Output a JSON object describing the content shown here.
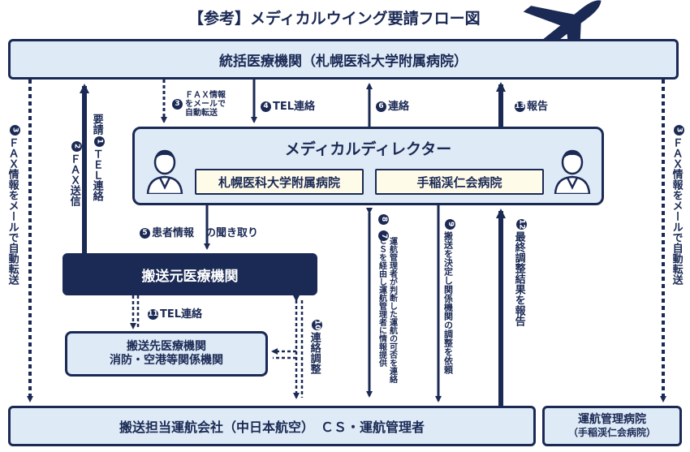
{
  "title": "【参考】メディカルウイング要請フロー図",
  "boxes": {
    "central": "統括医療機関（札幌医科大学附属病院）",
    "director": "メディカルディレクター",
    "sapporo": "札幌医科大学附属病院",
    "teine": "手稲渓仁会病院",
    "origin": "搬送元医療機関",
    "dest_line1": "搬送先医療機関",
    "dest_line2": "消防・空港等関係機関",
    "carrier": "搬送担当運航会社（中日本航空）　ＣＳ・運航管理者",
    "ops_line1": "運航管理病院",
    "ops_line2": "（手稲渓仁会病院）"
  },
  "steps": {
    "s3_left": {
      "num": "3",
      "text": "ＦＡＸ情報をメールで自動転送"
    },
    "s2": {
      "num": "2",
      "text": "ＦＡＸ送信"
    },
    "s1": {
      "pre": "要請",
      "num": "1",
      "text": "ＴＥＬ連絡"
    },
    "s3_mid": {
      "num": "3",
      "line1": "ＦＡＸ情報",
      "line2": "をメールで",
      "line3": "自動転送"
    },
    "s4": {
      "num": "4",
      "text": "TEL連絡"
    },
    "s6": {
      "num": "6",
      "text": "連絡"
    },
    "s13": {
      "num": "13",
      "text": "報告"
    },
    "s3_right": {
      "num": "3",
      "text": "ＦＡＸ情報をメールで自動転送"
    },
    "s5": {
      "num": "5",
      "text": "患者情報",
      "text2": "の聞き取り"
    },
    "s8": {
      "num": "8"
    },
    "s7": {
      "num": "7",
      "col1": "ＣＳを経由し運航管理者に情報提供",
      "col2": "運航管理者が判断した運航の可否を連絡"
    },
    "s9": {
      "num": "9",
      "text": "搬送を決定し関係機関の調整を依頼"
    },
    "s12": {
      "num": "12",
      "text": "最終調整結果を報告"
    },
    "s11": {
      "num": "11",
      "text": "TEL連絡"
    },
    "s10": {
      "num": "10",
      "text": "連絡調整"
    }
  },
  "icons": [
    "airplane-icon",
    "doctor-icon"
  ],
  "colors": {
    "navy": "#1b2a55",
    "light_blue": "#deeaf6",
    "cream": "#fffbe9"
  }
}
